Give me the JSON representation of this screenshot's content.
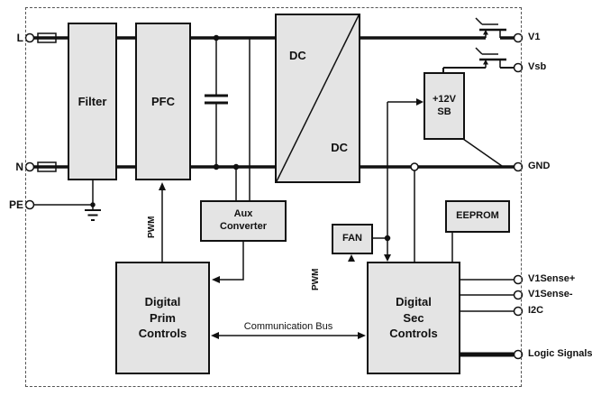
{
  "blocks": {
    "filter": {
      "label": "Filter"
    },
    "pfc": {
      "label": "PFC"
    },
    "dcdc": {
      "top_label": "DC",
      "bottom_label": "DC"
    },
    "aux": {
      "lines": [
        "Aux",
        "Converter"
      ]
    },
    "prim": {
      "lines": [
        "Digital",
        "Prim",
        "Controls"
      ]
    },
    "sb": {
      "lines": [
        "+12V",
        "SB"
      ]
    },
    "fan": {
      "label": "FAN"
    },
    "eeprom": {
      "label": "EEPROM"
    },
    "sec": {
      "lines": [
        "Digital",
        "Sec",
        "Controls"
      ]
    }
  },
  "terminals": {
    "left": [
      {
        "label": "L"
      },
      {
        "label": "N"
      },
      {
        "label": "PE"
      }
    ],
    "right": [
      {
        "label": "V1"
      },
      {
        "label": "Vsb"
      },
      {
        "label": "GND"
      },
      {
        "label": "V1Sense+"
      },
      {
        "label": "V1Sense-"
      },
      {
        "label": "I2C"
      },
      {
        "label": "Logic Signals"
      }
    ]
  },
  "annotations": {
    "pwm_primary": "PWM",
    "pwm_fan": "PWM",
    "comm_bus": "Communication Bus"
  },
  "colors": {
    "block_fill": "#e4e4e4",
    "line": "#111111",
    "frame_dash": "#555555"
  }
}
